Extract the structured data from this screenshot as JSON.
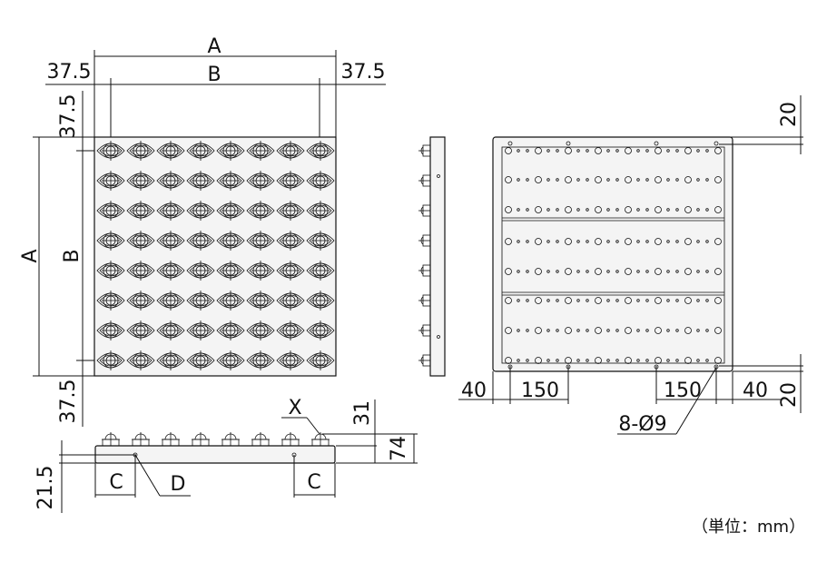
{
  "labels": {
    "dim_A_top": "A",
    "dim_B_top": "B",
    "dim_left_margin": "37.5",
    "dim_right_margin": "37.5",
    "dim_top_margin": "37.5",
    "dim_A_side": "A",
    "dim_B_side": "B",
    "dim_bottom_margin": "37.5",
    "dim_X": "X",
    "dim_31": "31",
    "dim_74": "74",
    "dim_21_5": "21.5",
    "dim_C_left": "C",
    "dim_D": "D",
    "dim_C_right": "C",
    "dim_20_top": "20",
    "dim_40_left": "40",
    "dim_150_left": "150",
    "dim_150_right": "150",
    "dim_40_right": "40",
    "dim_20_bottom": "20",
    "hole_spec": "8-Ø9"
  },
  "units": "（単位：mm）",
  "grid": {
    "rows": 8,
    "cols": 8
  },
  "colors": {
    "line": "#111111",
    "fill": "#f4f4f4"
  }
}
